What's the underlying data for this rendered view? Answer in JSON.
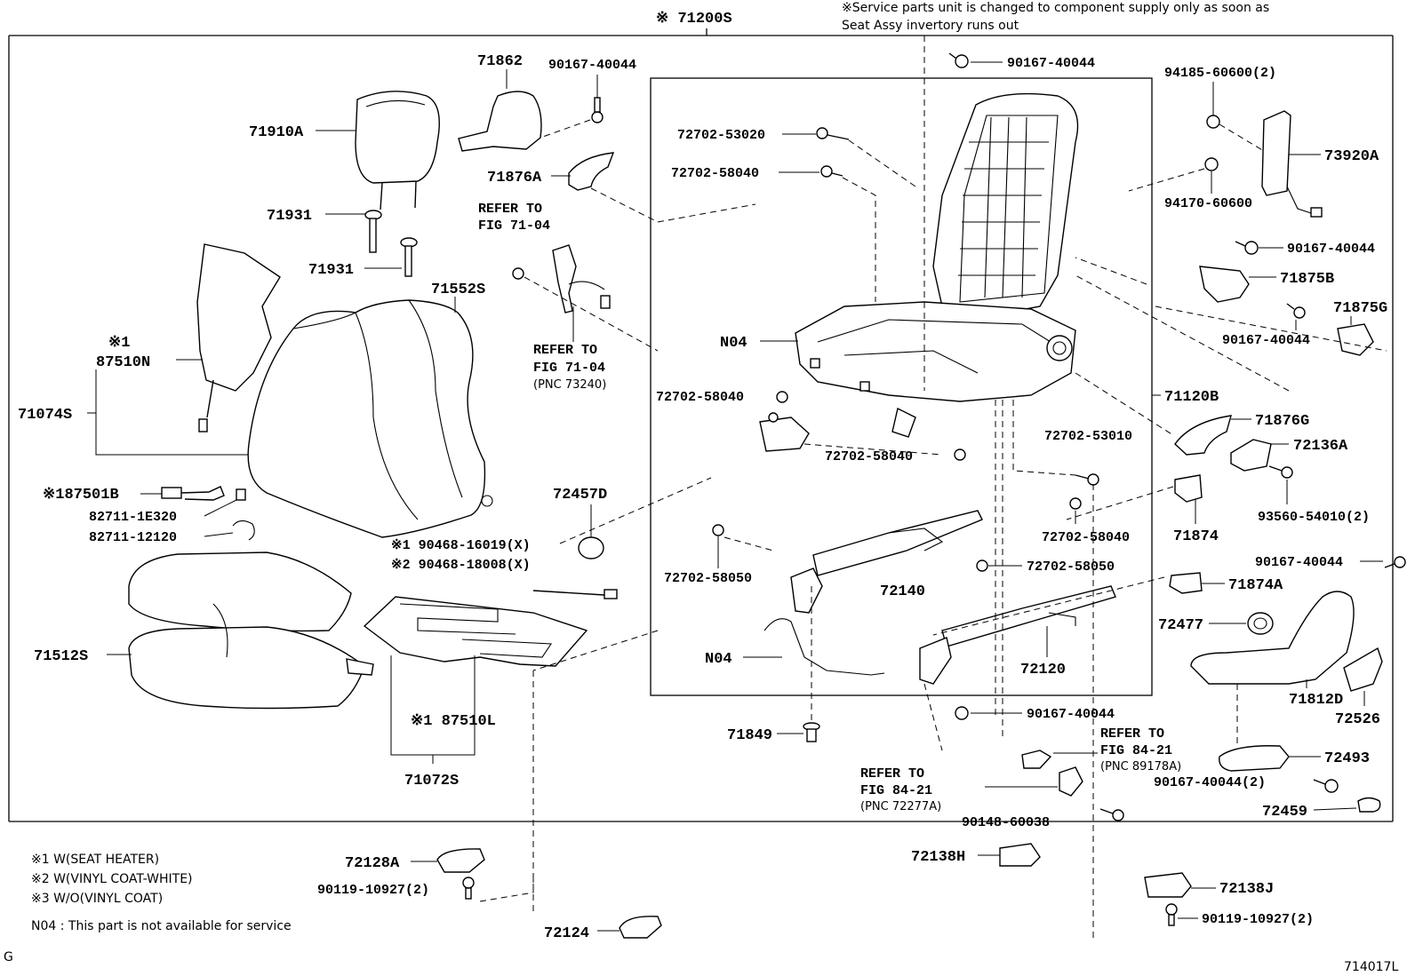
{
  "assembly_label": "※ 71200S",
  "top_note_line1": "※Service parts unit is changed to component supply only as soon as",
  "top_note_line2": "Seat Assy invertory runs out",
  "page_marker": "G",
  "drawing_number": "714017L",
  "parts": {
    "p71862": "71862",
    "p90167_40044_a": "90167-40044",
    "p71910A": "71910A",
    "p71876A": "71876A",
    "p71931_a": "71931",
    "p71931_b": "71931",
    "p71552S": "71552S",
    "p87510N_mark": "※1",
    "p87510N": "87510N",
    "p71074S": "71074S",
    "p87501B": "※187501B",
    "p82711_1E320": "82711-1E320",
    "p82711_12120": "82711-12120",
    "p72457D": "72457D",
    "p90468_16019": "※1 90468-16019(X)",
    "p90468_18008": "※2 90468-18008(X)",
    "p71512S": "71512S",
    "p87510L": "※1 87510L",
    "p71072S": "71072S",
    "p72702_53020": "72702-53020",
    "p72702_58040_a": "72702-58040",
    "pN04_a": "N04",
    "p72702_58040_b": "72702-58040",
    "p72702_58040_c": "72702-58040",
    "p72702_53010": "72702-53010",
    "p72702_58040_d": "72702-58040",
    "p72702_58050_a": "72702-58050",
    "p72702_58050_b": "72702-58050",
    "p72140": "72140",
    "pN04_b": "N04",
    "p72120": "72120",
    "p71849": "71849",
    "p90167_40044_b": "90167-40044",
    "p90167_40044_top": "90167-40044",
    "p94185_60600": "94185-60600(2)",
    "p73920A": "73920A",
    "p94170_60600": "94170-60600",
    "p90167_40044_c": "90167-40044",
    "p71875B": "71875B",
    "p71875G": "71875G",
    "p90167_40044_d": "90167-40044",
    "p71120B": "71120B",
    "p71876G": "71876G",
    "p72136A": "72136A",
    "p93560_54010": "93560-54010(2)",
    "p71874": "71874",
    "p90167_40044_e": "90167-40044",
    "p71874A": "71874A",
    "p72477": "72477",
    "p71812D": "71812D",
    "p72526": "72526",
    "p72493": "72493",
    "p90167_40044_2": "90167-40044(2)",
    "p72459": "72459",
    "p90148_60038": "90148-60038",
    "p72128A": "72128A",
    "p90119_10927_a": "90119-10927(2)",
    "p72124": "72124",
    "p72138H": "72138H",
    "p72138J": "72138J",
    "p90119_10927_b": "90119-10927(2)"
  },
  "refers": {
    "r1_line1": "REFER TO",
    "r1_line2": "FIG 71-04",
    "r2_line1": "REFER TO",
    "r2_line2": "FIG 71-04",
    "r2_line3": "(PNC 73240)",
    "r3_line1": "REFER TO",
    "r3_line2": "FIG 84-21",
    "r3_line3": "(PNC 89178A)",
    "r4_line1": "REFER TO",
    "r4_line2": "FIG 84-21",
    "r4_line3": "(PNC 72277A)"
  },
  "legend": {
    "l1": "※1 W(SEAT HEATER)",
    "l2": "※2 W(VINYL COAT-WHITE)",
    "l3": "※3 W/O(VINYL COAT)",
    "l4": "N04 : This part is not available for service"
  }
}
